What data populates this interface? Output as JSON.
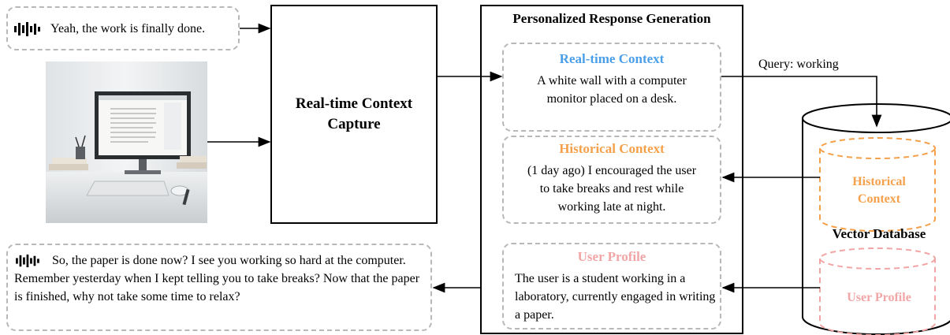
{
  "input_speech": {
    "text": "Yeah, the work is finally done."
  },
  "capture": {
    "label": "Real-time Context Capture"
  },
  "generation": {
    "title": "Personalized Response Generation",
    "realtime": {
      "title": "Real-time Context",
      "text": "A white wall with a computer monitor placed on a desk."
    },
    "historical": {
      "title": "Historical Context",
      "text": "(1 day ago) I encouraged the user  to take breaks and rest while  working late at night."
    },
    "profile": {
      "title": "User Profile",
      "text": "The user is a student working in a laboratory, currently engaged in writing a paper."
    }
  },
  "query": {
    "label": "Query: working"
  },
  "database": {
    "label": "Vector Database",
    "historical": "Historical Context",
    "profile": "User Profile"
  },
  "output_speech": {
    "text": "So, the paper is done now? I see you working so hard at the computer. Remember yesterday when I kept telling you to take breaks? Now that the paper is finished, why not take some time to relax?"
  },
  "colors": {
    "realtime": "#4a9fe8",
    "historical": "#f5a04a",
    "profile": "#f2a5a5",
    "dashed": "#b8b8b8"
  }
}
